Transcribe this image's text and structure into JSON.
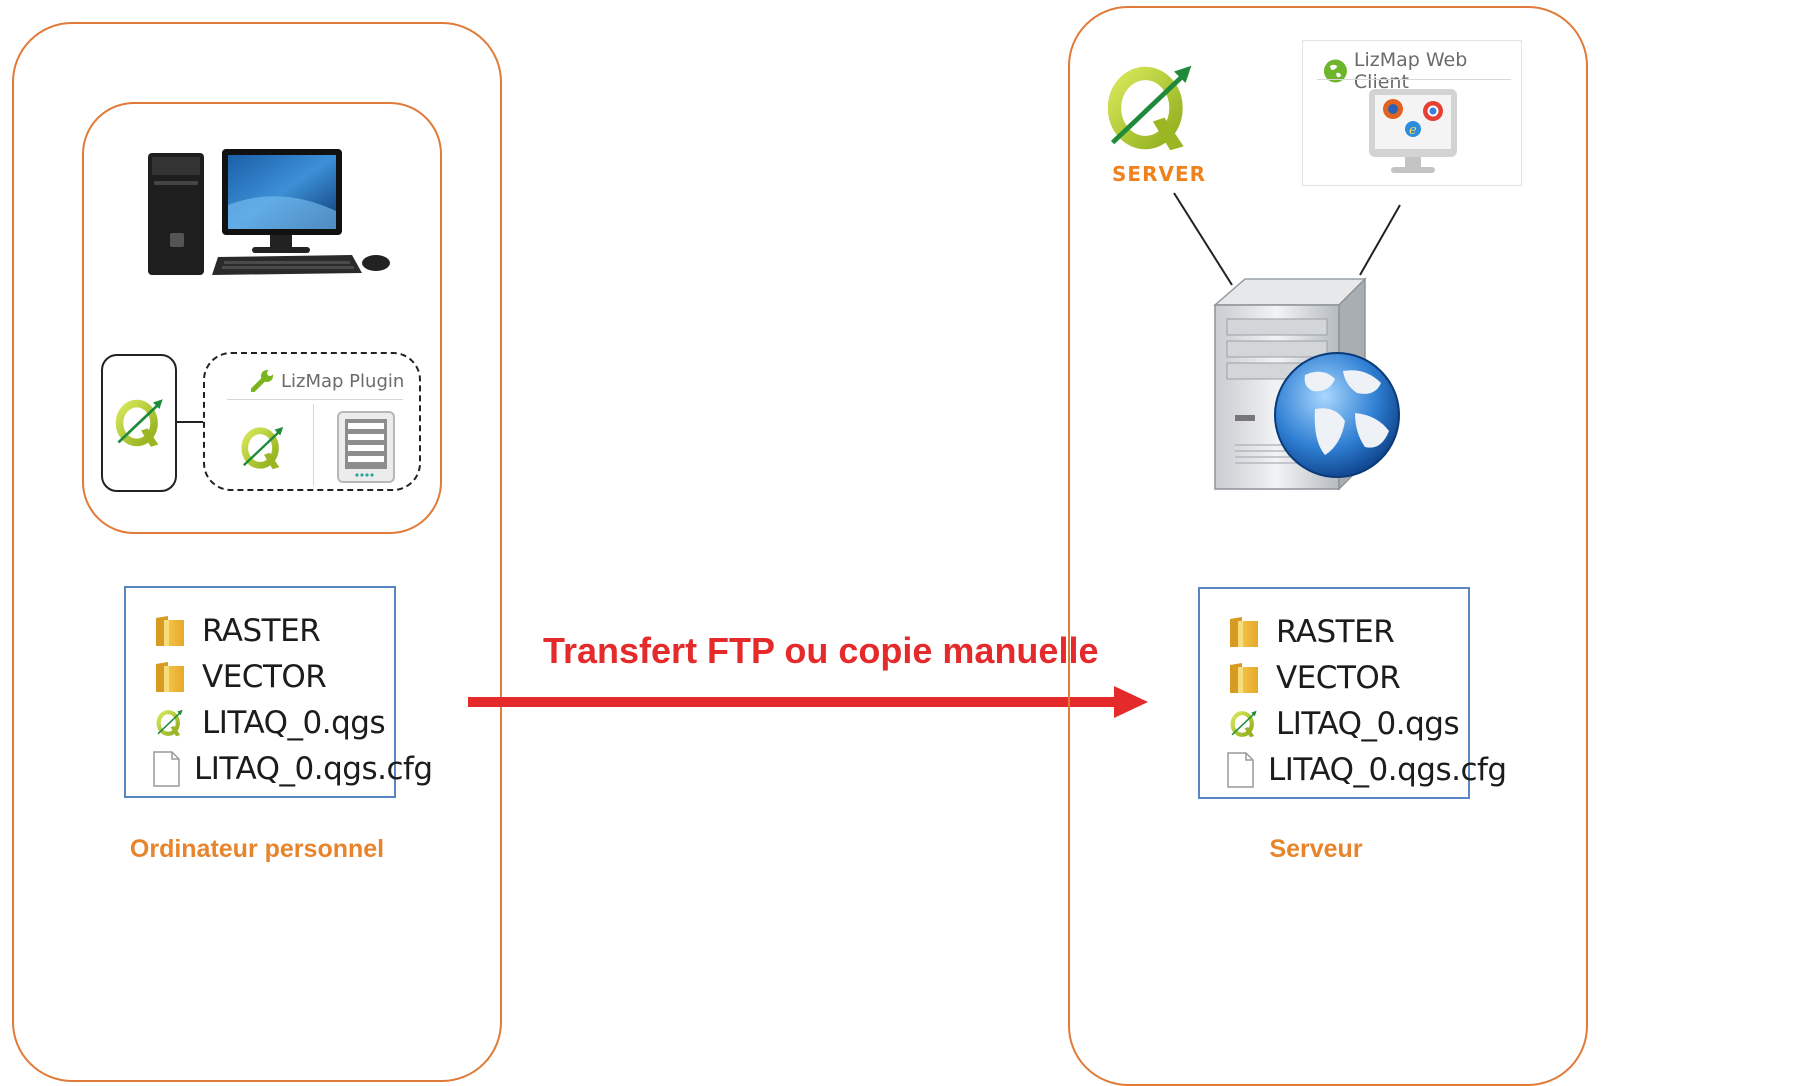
{
  "left": {
    "label": "Ordinateur personnel",
    "plugin_title": "LizMap Plugin",
    "files": [
      {
        "name": "RASTER",
        "icon": "folder-icon"
      },
      {
        "name": "VECTOR",
        "icon": "folder-icon"
      },
      {
        "name": "LITAQ_0.qgs",
        "icon": "qgis-file-icon"
      },
      {
        "name": "LITAQ_0.qgs.cfg",
        "icon": "blank-file-icon"
      }
    ]
  },
  "right": {
    "label": "Serveur",
    "server_label": "SERVER",
    "webclient_title": "LizMap Web Client",
    "files": [
      {
        "name": "RASTER",
        "icon": "folder-icon"
      },
      {
        "name": "VECTOR",
        "icon": "folder-icon"
      },
      {
        "name": "LITAQ_0.qgs",
        "icon": "qgis-file-icon"
      },
      {
        "name": "LITAQ_0.qgs.cfg",
        "icon": "blank-file-icon"
      }
    ]
  },
  "transfer": {
    "label": "Transfert FTP ou copie manuelle"
  },
  "colors": {
    "frame": "#e07b39",
    "arrow": "#e42a2a",
    "file_border": "#5a86c4",
    "label": "#e8852c"
  }
}
